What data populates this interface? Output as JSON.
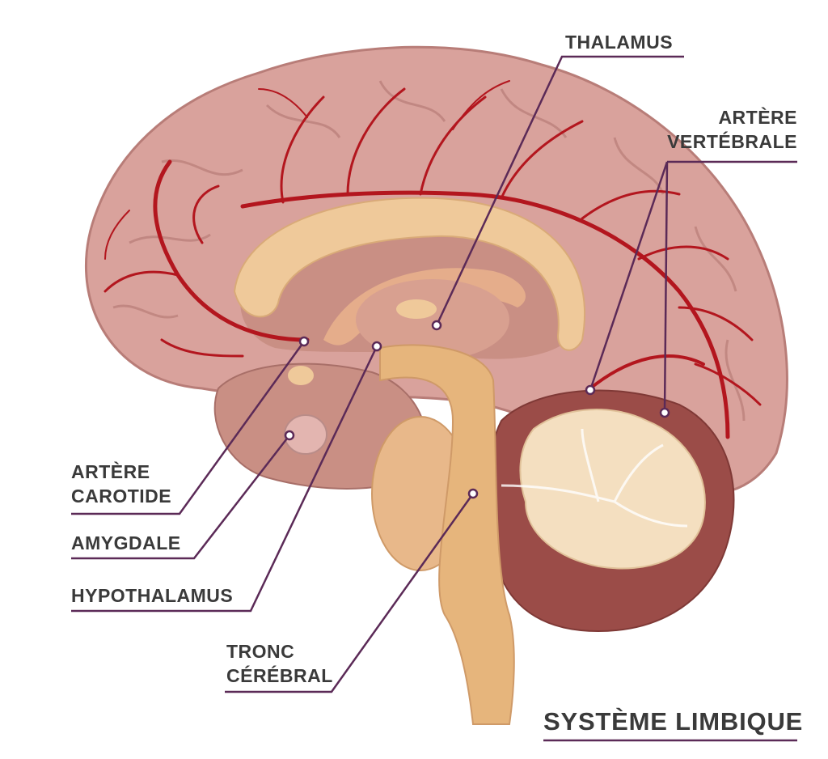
{
  "colors": {
    "leader": "#5b2a57",
    "artery": "#b3161e",
    "cortex": "#d9a29c",
    "cortex_dark": "#b87d78",
    "callosum": "#efc99a",
    "inner": "#c98f84",
    "cerebellum": "#9b4c48",
    "arbor": "#f4dfc0",
    "brainstem": "#e6b57c"
  },
  "labels": {
    "thalamus": "THALAMUS",
    "artere_vertebrale_1": "ARTÈRE",
    "artere_vertebrale_2": "VERTÉBRALE",
    "artere_carotide_1": "ARTÈRE",
    "artere_carotide_2": "CAROTIDE",
    "amygdale": "AMYGDALE",
    "hypothalamus": "HYPOTHALAMUS",
    "tronc_1": "TRONC",
    "tronc_2": "CÉRÉBRAL"
  },
  "title": "SYSTÈME LIMBIQUE"
}
